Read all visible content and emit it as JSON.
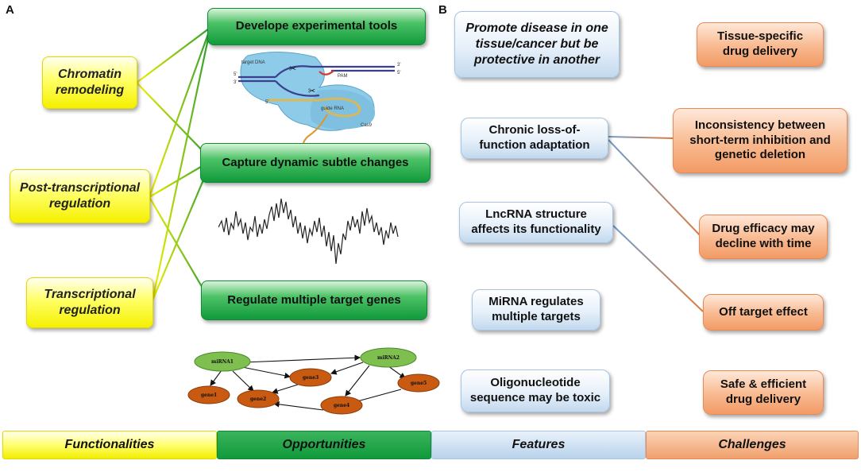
{
  "panels": {
    "a": "A",
    "b": "B"
  },
  "functionalities": [
    {
      "id": "chromatin",
      "lines": [
        "Chromatin",
        "remodeling"
      ]
    },
    {
      "id": "posttranscriptional",
      "lines": [
        "Post-transcriptional",
        "regulation"
      ]
    },
    {
      "id": "transcriptional",
      "lines": [
        "Transcriptional",
        "regulation"
      ]
    }
  ],
  "opportunities": [
    {
      "id": "tools",
      "label": "Develope experimental tools"
    },
    {
      "id": "capture",
      "label": "Capture dynamic subtle changes"
    },
    {
      "id": "regulate",
      "label": "Regulate multiple target genes"
    }
  ],
  "crispr": {
    "target_dna": "target DNA",
    "pam": "PAM",
    "guide_rna": "guide RNA",
    "cas9": "Cas9",
    "five_prime": "5'",
    "three_prime": "3'"
  },
  "network": {
    "nodes": [
      "miRNA1",
      "miRNA2",
      "gene1",
      "gene2",
      "gene3",
      "gene4",
      "gene5"
    ]
  },
  "features": [
    {
      "id": "promote",
      "lines": [
        "Promote disease in one",
        "tissue/cancer but be",
        "protective in another"
      ]
    },
    {
      "id": "chronic",
      "lines": [
        "Chronic loss-of-",
        "function adaptation"
      ]
    },
    {
      "id": "lncrna",
      "lines": [
        "LncRNA structure",
        "affects its functionality"
      ]
    },
    {
      "id": "mirna",
      "lines": [
        "MiRNA regulates",
        "multiple targets"
      ]
    },
    {
      "id": "oligo",
      "lines": [
        "Oligonucleotide",
        "sequence may be toxic"
      ]
    }
  ],
  "challenges": [
    {
      "id": "tissue",
      "lines": [
        "Tissue-specific",
        "drug delivery"
      ]
    },
    {
      "id": "inconsistency",
      "lines": [
        "Inconsistency between",
        "short-term inhibition and",
        "genetic deletion"
      ]
    },
    {
      "id": "efficacy",
      "lines": [
        "Drug efficacy may",
        "decline with time"
      ]
    },
    {
      "id": "offtarget",
      "lines": [
        "Off target effect"
      ]
    },
    {
      "id": "safe",
      "lines": [
        "Safe &  efficient",
        "drug delivery"
      ]
    }
  ],
  "legend": {
    "functionalities": "Functionalities",
    "opportunities": "Opportunities",
    "features": "Features",
    "challenges": "Challenges"
  },
  "colors": {
    "yellow_line": "#e6e600",
    "green_line": "#2e9e2e",
    "blue_line": "#7ea6cf",
    "orange_line": "#e07b3a"
  }
}
